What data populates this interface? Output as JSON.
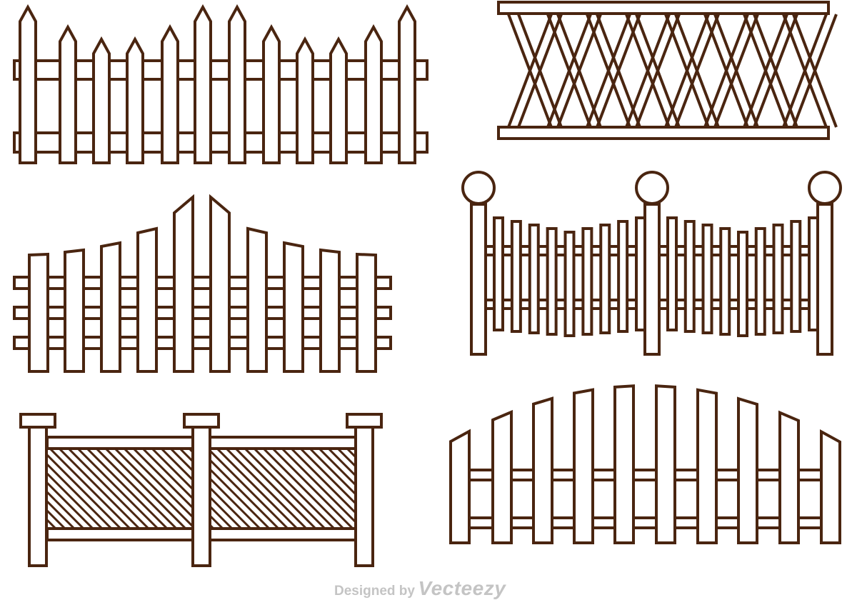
{
  "colors": {
    "stroke": "#4a2510",
    "fill": "#ffffff",
    "watermark": "#c4c4c4"
  },
  "illustrations": [
    "picket-fence",
    "lattice-fence",
    "peaked-fence",
    "post-ball-fence",
    "hatched-panel-fence",
    "arched-fence"
  ],
  "watermark": {
    "prefix": "Designed by",
    "brand": "Vecteezy"
  }
}
